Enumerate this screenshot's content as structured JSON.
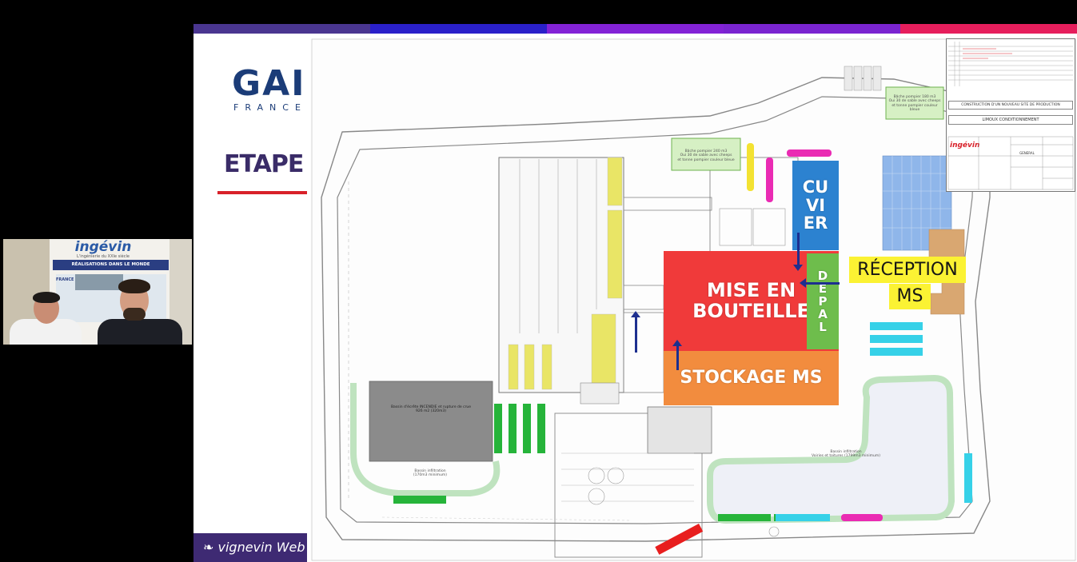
{
  "webcam": {
    "brand": "ingévin",
    "tagline": "L'ingénierie du XXIe siècle",
    "band_text": "RÉALISATIONS DANS LE MONDE",
    "country": "FRANCE"
  },
  "slide": {
    "logo_main": "GAI",
    "logo_sub": "FRANCE",
    "heading": "ETAPE",
    "footer_brand": "vignevin Web",
    "stripe_colors": [
      "#4a3690",
      "#2a20c9",
      "#8322d6",
      "#7a24d0",
      "#e61e5c"
    ]
  },
  "plan": {
    "zones": {
      "mise": "MISE EN BOUTEILLE",
      "stockage": "STOCKAGE MS",
      "cuvier": "CU\nVI\nER",
      "depal": "D\nE\nP\nA\nL",
      "reception": "RÉCEPTION",
      "ms": "MS"
    },
    "labels": {
      "bache_1": "Bâche pompier 240 m3\nOui 30 de sable avec cheeps\net tonne pompier couleur bleue",
      "bache_2": "Bâche pompier 180 m3\nOui 30 de sable avec cheeps\net tonne pompier couleur bleue",
      "bassin_1": "Bassin d'écrête INCENDIE et rupture de crue\n926 m2 (320m3)",
      "bassin_2": "Bassin infiltration\n(170m3 minimum)",
      "bassin_3": "Bassin infiltration\nVoiries et toitures (1799m3 minimum)"
    },
    "title_block": {
      "title": "CONSTRUCTION D'UN NOUVEAU SITE DE PRODUCTION",
      "subtitle": "LIMOUX CONDITIONNEMENT",
      "brand": "ingévin",
      "general": "GENERAL"
    }
  }
}
